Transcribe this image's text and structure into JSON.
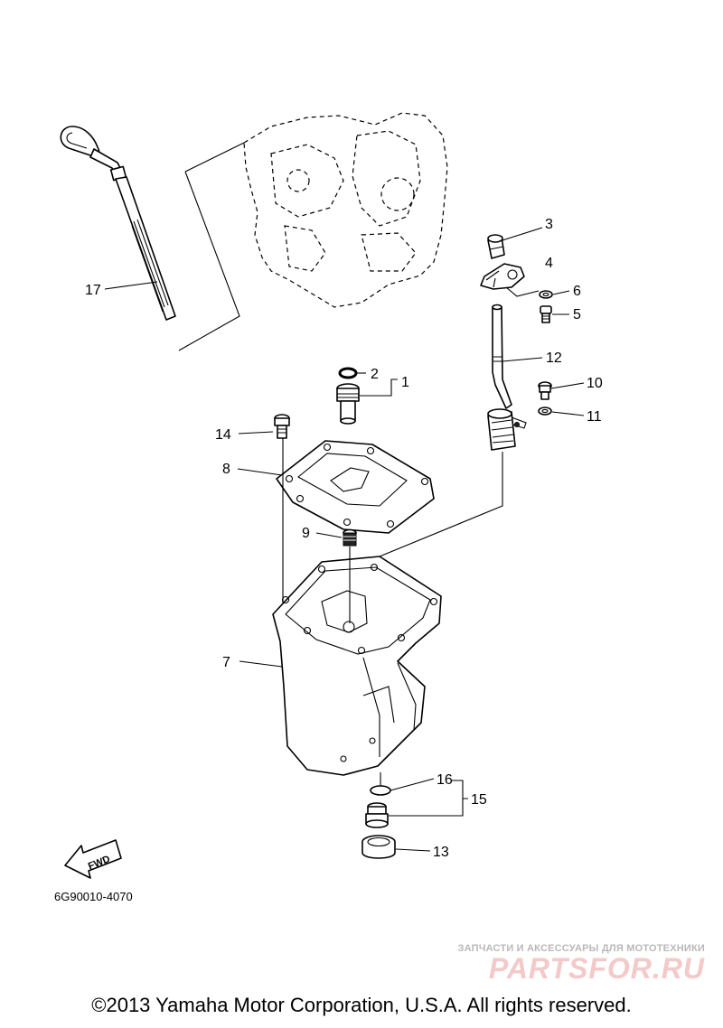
{
  "callouts": {
    "p1": "1",
    "p2": "2",
    "p3": "3",
    "p4": "4",
    "p5": "5",
    "p6": "6",
    "p7": "7",
    "p8": "8",
    "p9": "9",
    "p10": "10",
    "p11": "11",
    "p12": "12",
    "p13": "13",
    "p14": "14",
    "p15": "15",
    "p16": "16",
    "p17": "17"
  },
  "fwd_label": "FWD",
  "diagram_code": "6G90010-4070",
  "copyright": "©2013 Yamaha Motor Corporation, U.S.A. All rights reserved.",
  "watermark": {
    "tagline": "ЗАПЧАСТИ И АКСЕССУАРЫ ДЛЯ МОТОТЕХНИКИ",
    "logo": "PARTSFOR.RU"
  },
  "colors": {
    "line": "#000000",
    "background": "#ffffff",
    "watermark_logo": "#f3c9c9",
    "watermark_text": "#b8b8b8"
  }
}
